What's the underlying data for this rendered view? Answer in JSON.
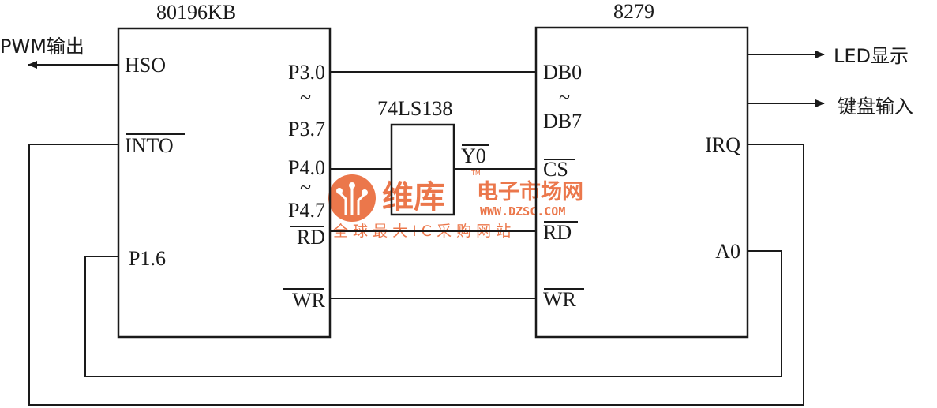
{
  "mcu": {
    "title": "80196KB",
    "pins": {
      "hso": "HSO",
      "int0": "INTO",
      "p16": "P1.6",
      "p30": "P3.0",
      "p37": "P3.7",
      "p40": "P4.0",
      "p47": "P4.7",
      "rd": "RD",
      "wr": "WR",
      "tilde": "~"
    }
  },
  "kbd": {
    "title": "8279",
    "pins": {
      "db0": "DB0",
      "db7": "DB7",
      "cs": "CS",
      "rd": "RD",
      "wr": "WR",
      "irq": "IRQ",
      "a0": "A0",
      "tilde": "~"
    }
  },
  "decoder": {
    "title": "74LS138",
    "out": "Y0"
  },
  "io": {
    "pwm": "PWM输出",
    "led": "LED显示",
    "keyboard": "键盘输入"
  },
  "watermark": {
    "brand": "维库",
    "subtitle": "电子市场网",
    "url": "WWW.DZSC.COM",
    "tm": "TM",
    "slogan": "全 球 最 大 I C 采 购 网 站",
    "color": "#e8602c"
  }
}
